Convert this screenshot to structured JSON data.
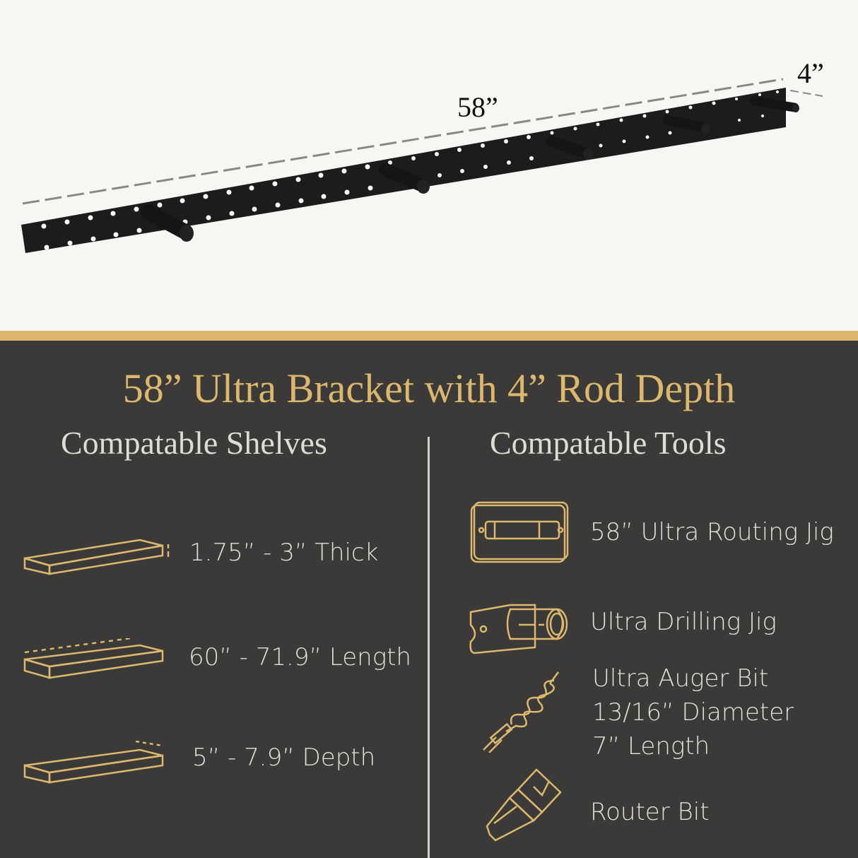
{
  "colors": {
    "background_light": "#f7f6f2",
    "accent_gold": "#dcb86f",
    "background_dark": "#3c3a38",
    "text_light": "#e2e0da",
    "bracket_black": "#1a1a1a"
  },
  "diagram": {
    "length_label": "58”",
    "depth_label": "4”"
  },
  "title": "58” Ultra Bracket with 4” Rod Depth",
  "shelves": {
    "heading": "Compatable Shelves",
    "items": [
      {
        "icon": "shelf-thickness-icon",
        "label": "1.75” - 3” Thick"
      },
      {
        "icon": "shelf-length-icon",
        "label": "60” - 71.9” Length"
      },
      {
        "icon": "shelf-depth-icon",
        "label": "5” - 7.9” Depth"
      }
    ]
  },
  "tools": {
    "heading": "Compatable Tools",
    "items": [
      {
        "icon": "routing-jig-icon",
        "label": "58” Ultra Routing Jig"
      },
      {
        "icon": "drilling-jig-icon",
        "label": "Ultra Drilling Jig"
      },
      {
        "icon": "auger-bit-icon",
        "lines": [
          "Ultra Auger Bit",
          "13/16” Diameter",
          "7” Length"
        ]
      },
      {
        "icon": "router-bit-icon",
        "label": "Router Bit"
      }
    ]
  }
}
